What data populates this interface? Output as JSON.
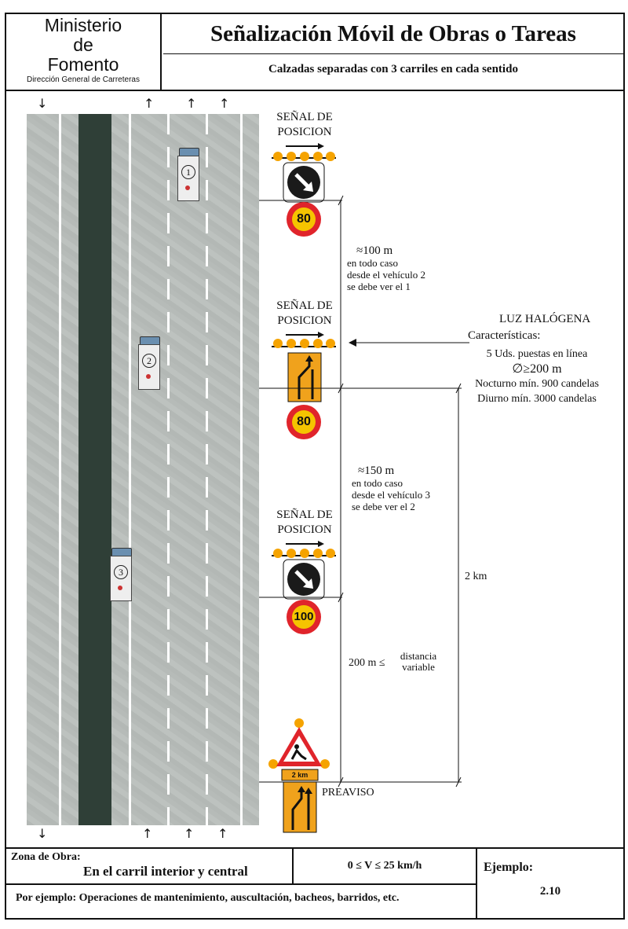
{
  "header": {
    "org_line1": "Ministerio",
    "org_line2": "de",
    "org_line3": "Fomento",
    "org_sub": "Dirección General de Carreteras",
    "title": "Señalización Móvil de Obras o Tareas",
    "subtitle": "Calzadas separadas con 3 carriles en cada sentido"
  },
  "road": {
    "top_arrows": [
      "↓",
      "↑",
      "↑",
      "↑"
    ],
    "bottom_arrows": [
      "↓",
      "↑",
      "↑",
      "↑"
    ]
  },
  "vehicles": [
    {
      "number": "1"
    },
    {
      "number": "2"
    },
    {
      "number": "3"
    }
  ],
  "signals": [
    {
      "label_line1": "SEÑAL DE",
      "label_line2": "POSICION",
      "speed": "80"
    },
    {
      "label_line1": "SEÑAL DE",
      "label_line2": "POSICION",
      "speed": "80"
    },
    {
      "label_line1": "SEÑAL DE",
      "label_line2": "POSICION",
      "speed": "100"
    }
  ],
  "preaviso": {
    "label": "PREAVISO",
    "plate": "2 km"
  },
  "distances": {
    "d1_value": "≈100 m",
    "d1_note1": "en todo caso",
    "d1_note2": "desde el vehículo 2",
    "d1_note3": "se debe ver el 1",
    "d2_value": "≈150 m",
    "d2_note1": "en todo caso",
    "d2_note2": "desde el vehículo 3",
    "d2_note3": "se debe ver el 2",
    "d3_prefix": "200 m ≤",
    "d3_line1": "distancia",
    "d3_line2": "variable",
    "total": "2 km"
  },
  "luz": {
    "title": "LUZ HALÓGENA",
    "subtitle": "Características:",
    "line1": "5 Uds. puestas en línea",
    "line2": "∅≥200 m",
    "line3": "Nocturno mín. 900 candelas",
    "line4": "Diurno mín. 3000 candelas"
  },
  "footer": {
    "zona_label": "Zona de Obra:",
    "zona_value": "En el carril interior y central",
    "speed_range": "0 ≤ V ≤ 25 km/h",
    "ejemplo_label": "Ejemplo:",
    "ejemplo_value": "2.10",
    "example_text": "Por ejemplo: Operaciones de mantenimiento, auscultación, bacheos, barridos, etc."
  },
  "colors": {
    "road": "#b7bcb9",
    "median": "#2f3f37",
    "sign_red": "#e0242b",
    "sign_yellow": "#f5c400",
    "sign_orange": "#f0a21c",
    "lamp": "#f5a300"
  }
}
